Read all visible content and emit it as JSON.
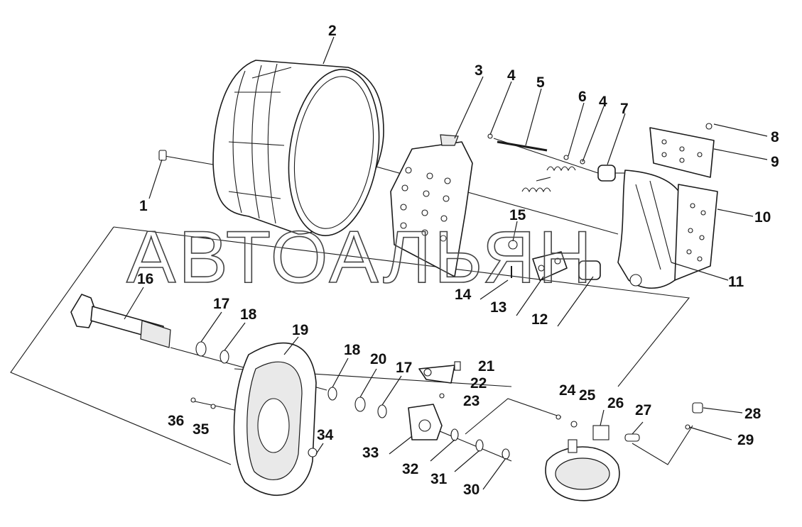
{
  "watermark": "АВТОАЛЬЯН",
  "callouts": [
    {
      "id": "1",
      "label": "1"
    },
    {
      "id": "2",
      "label": "2"
    },
    {
      "id": "3",
      "label": "3"
    },
    {
      "id": "4a",
      "label": "4"
    },
    {
      "id": "5",
      "label": "5"
    },
    {
      "id": "6",
      "label": "6"
    },
    {
      "id": "4b",
      "label": "4"
    },
    {
      "id": "7",
      "label": "7"
    },
    {
      "id": "8",
      "label": "8"
    },
    {
      "id": "9",
      "label": "9"
    },
    {
      "id": "10",
      "label": "10"
    },
    {
      "id": "11",
      "label": "11"
    },
    {
      "id": "12",
      "label": "12"
    },
    {
      "id": "13",
      "label": "13"
    },
    {
      "id": "14",
      "label": "14"
    },
    {
      "id": "15",
      "label": "15"
    },
    {
      "id": "16",
      "label": "16"
    },
    {
      "id": "17a",
      "label": "17"
    },
    {
      "id": "18a",
      "label": "18"
    },
    {
      "id": "19",
      "label": "19"
    },
    {
      "id": "18b",
      "label": "18"
    },
    {
      "id": "20",
      "label": "20"
    },
    {
      "id": "17b",
      "label": "17"
    },
    {
      "id": "21",
      "label": "21"
    },
    {
      "id": "22",
      "label": "22"
    },
    {
      "id": "23",
      "label": "23"
    },
    {
      "id": "24",
      "label": "24"
    },
    {
      "id": "25",
      "label": "25"
    },
    {
      "id": "26",
      "label": "26"
    },
    {
      "id": "27",
      "label": "27"
    },
    {
      "id": "28",
      "label": "28"
    },
    {
      "id": "29",
      "label": "29"
    },
    {
      "id": "30",
      "label": "30"
    },
    {
      "id": "31",
      "label": "31"
    },
    {
      "id": "32",
      "label": "32"
    },
    {
      "id": "33",
      "label": "33"
    },
    {
      "id": "34",
      "label": "34"
    },
    {
      "id": "35",
      "label": "35"
    },
    {
      "id": "36",
      "label": "36"
    }
  ]
}
